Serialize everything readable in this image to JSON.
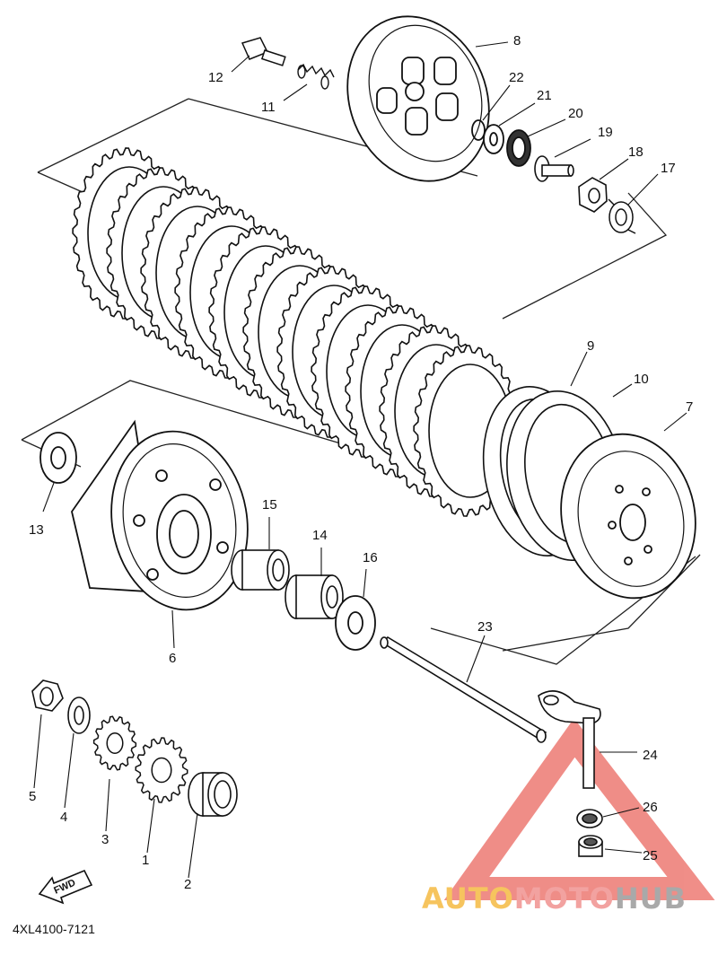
{
  "diagram": {
    "drawing_code": "4XL4100-7121",
    "fwd_label": "FWD",
    "parts": [
      {
        "id": "p1",
        "number": "1"
      },
      {
        "id": "p2",
        "number": "2"
      },
      {
        "id": "p3",
        "number": "3"
      },
      {
        "id": "p4",
        "number": "4"
      },
      {
        "id": "p5",
        "number": "5"
      },
      {
        "id": "p6",
        "number": "6"
      },
      {
        "id": "p7",
        "number": "7"
      },
      {
        "id": "p8",
        "number": "8"
      },
      {
        "id": "p9",
        "number": "9"
      },
      {
        "id": "p10",
        "number": "10"
      },
      {
        "id": "p11",
        "number": "11"
      },
      {
        "id": "p12",
        "number": "12"
      },
      {
        "id": "p13",
        "number": "13"
      },
      {
        "id": "p14",
        "number": "14"
      },
      {
        "id": "p15",
        "number": "15"
      },
      {
        "id": "p16",
        "number": "16"
      },
      {
        "id": "p17",
        "number": "17"
      },
      {
        "id": "p18",
        "number": "18"
      },
      {
        "id": "p19",
        "number": "19"
      },
      {
        "id": "p20",
        "number": "20"
      },
      {
        "id": "p21",
        "number": "21"
      },
      {
        "id": "p22",
        "number": "22"
      },
      {
        "id": "p23",
        "number": "23"
      },
      {
        "id": "p24",
        "number": "24"
      },
      {
        "id": "p25",
        "number": "25"
      },
      {
        "id": "p26",
        "number": "26"
      }
    ]
  },
  "watermark": {
    "part1": "AUTO",
    "part2": "MOTO",
    "part3": "HUB",
    "colors": {
      "auto": "#f6c45e",
      "moto": "#f2a2a0",
      "hub": "#a9a9a9",
      "triangle": "#e8706a"
    }
  }
}
